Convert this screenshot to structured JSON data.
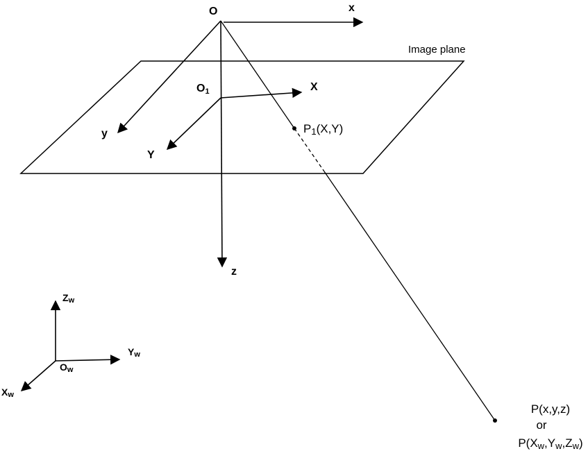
{
  "labels": {
    "camera_origin": "O",
    "x_axis": "x",
    "y_axis": "y",
    "z_axis": "z",
    "image_plane": "Image plane",
    "image_origin_base": "O",
    "image_origin_sub": "1",
    "X_axis": "X",
    "Y_axis": "Y",
    "p1_base": "P",
    "p1_sub": "1",
    "p1_rest": "(X,Y)",
    "p_line1": "P(x,y,z)",
    "p_line2": "or",
    "p_line3_a": "P(X",
    "p_line3_sub1": "w",
    "p_line3_b": ",Y",
    "p_line3_sub2": "w",
    "p_line3_c": ",Z",
    "p_line3_sub3": "w",
    "p_line3_d": ")",
    "zw_base": "Z",
    "zw_sub": "w",
    "yw_base": "Y",
    "yw_sub": "w",
    "xw_base": "X",
    "xw_sub": "w",
    "ow_base": "O",
    "ow_sub": "w"
  },
  "colors": {
    "line": "#000000",
    "background": "#ffffff"
  }
}
